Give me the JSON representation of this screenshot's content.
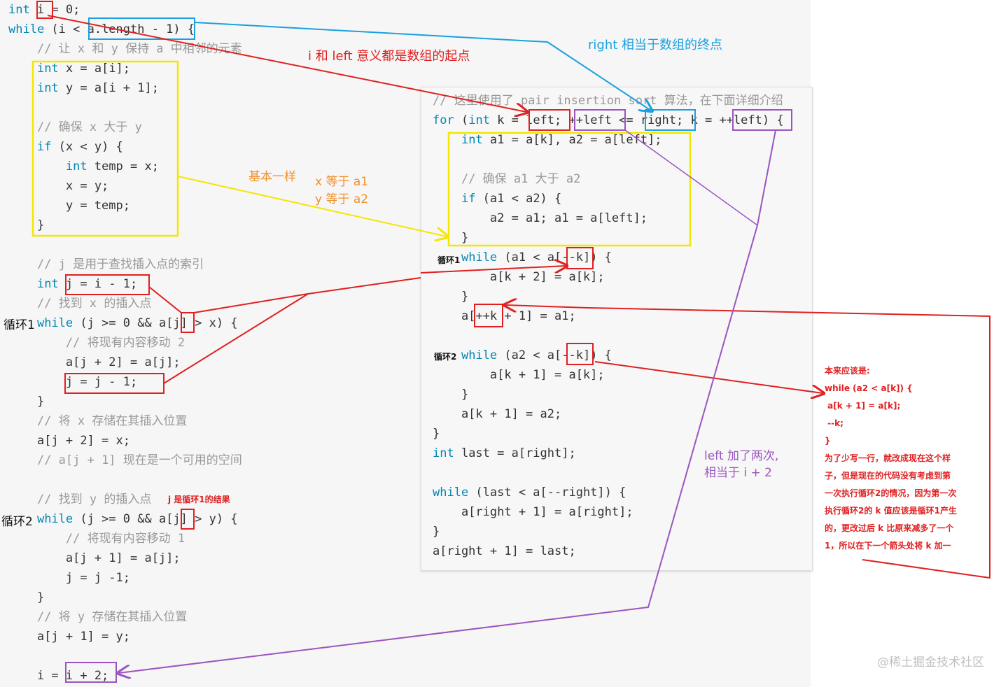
{
  "left_code": [
    "int i = 0;",
    "while (i < a.length - 1) {",
    "    // 让 x 和 y 保持 a 中相邻的元素",
    "    int x = a[i];",
    "    int y = a[i + 1];",
    "",
    "    // 确保 x 大于 y",
    "    if (x < y) {",
    "        int temp = x;",
    "        x = y;",
    "        y = temp;",
    "    }",
    "",
    "    // j 是用于查找插入点的索引",
    "    int j = i - 1;",
    "    // 找到 x 的插入点",
    "    while (j >= 0 && a[j] > x) {",
    "        // 将现有内容移动 2",
    "        a[j + 2] = a[j];",
    "        j = j - 1;",
    "    }",
    "    // 将 x 存储在其插入位置",
    "    a[j + 2] = x;",
    "    // a[j + 1] 现在是一个可用的空间",
    "",
    "    // 找到 y 的插入点",
    "    while (j >= 0 && a[j] > y) {",
    "        // 将现有内容移动 1",
    "        a[j + 1] = a[j];",
    "        j = j -1;",
    "    }",
    "    // 将 y 存储在其插入位置",
    "    a[j + 1] = y;",
    "",
    "    i = i + 2;"
  ],
  "right_code": [
    "// 这里使用了 pair insertion sort 算法，在下面详细介绍",
    "for (int k = left; ++left <= right; k = ++left) {",
    "    int a1 = a[k], a2 = a[left];",
    "",
    "    // 确保 a1 大于 a2",
    "    if (a1 < a2) {",
    "        a2 = a1; a1 = a[left];",
    "    }",
    "    while (a1 < a[--k]) {",
    "        a[k + 2] = a[k];",
    "    }",
    "    a[++k + 1] = a1;",
    "",
    "    while (a2 < a[--k]) {",
    "        a[k + 1] = a[k];",
    "    }",
    "    a[k + 1] = a2;",
    "}",
    "int last = a[right];",
    "",
    "while (last < a[--right]) {",
    "    a[right + 1] = a[right];",
    "}",
    "a[right + 1] = last;"
  ],
  "labels": {
    "loop1_left": "循环1",
    "loop2_left": "循环2",
    "loop1_right": "循环1",
    "loop2_right": "循环2"
  },
  "annotations": {
    "i_left": "i 和 left 意义都是数组的起点",
    "right_end": "right 相当于数组的终点",
    "same": "基本一样",
    "x_a1": "x 等于 a1",
    "y_a2": "y 等于 a2",
    "j_result": "j 是循环1的结果",
    "left_twice_1": "left 加了两次,",
    "left_twice_2": "相当于 i + 2"
  },
  "note_lines": [
    "本来应该是:",
    "while (a2 < a[k]) {",
    " a[k + 1] = a[k];",
    " --k;",
    "}",
    "为了少写一行，就改成现在这个样",
    "子，但是现在的代码没有考虑到第",
    "一次执行循环2的情况，因为第一次",
    "执行循环2的 k 值应该是循环1产生",
    "的，更改过后 k 比原来减多了一个",
    "1，所以在下一个箭头处将 k 加一"
  ],
  "watermark": "@稀土掘金技术社区",
  "colors": {
    "red": "#e02020",
    "blue": "#1aa0e0",
    "yellow": "#f5e600",
    "purple": "#9a55c0",
    "orange": "#f0902a"
  }
}
